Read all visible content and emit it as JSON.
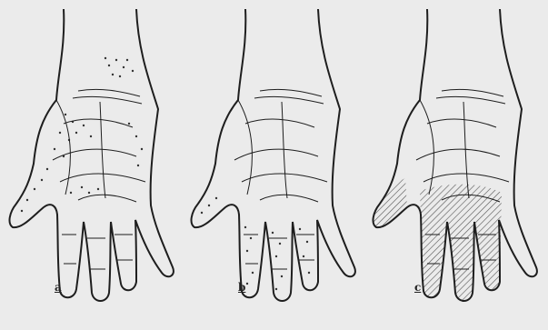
{
  "figure": {
    "background": "#ebebeb",
    "ink": "#1e1e1e",
    "panels": [
      {
        "label": "a",
        "shading": "stippled-palm-and-wrist"
      },
      {
        "label": "b",
        "shading": "stippled-finger-bands"
      },
      {
        "label": "c",
        "shading": "hatched-fingers-and-lower-palm"
      }
    ]
  }
}
